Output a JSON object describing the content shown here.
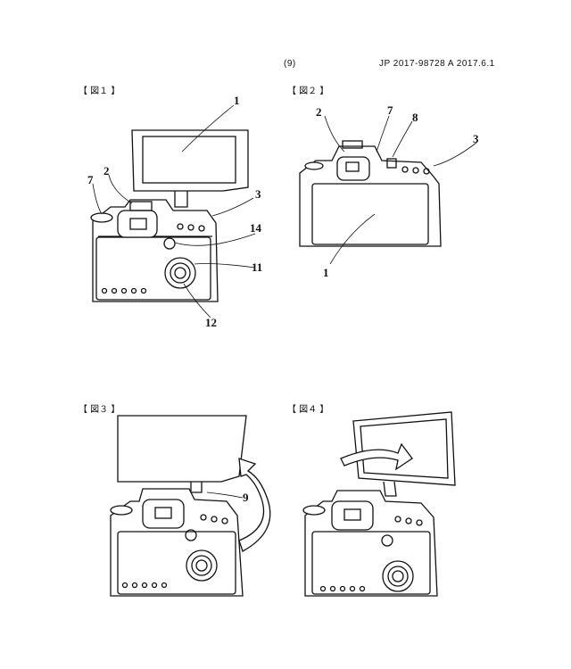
{
  "header": {
    "page": "(9)",
    "pub": "JP 2017-98728 A 2017.6.1"
  },
  "figures": [
    {
      "label": "【 図１ 】",
      "refs": [
        "1",
        "2",
        "7",
        "3",
        "14",
        "11",
        "12"
      ]
    },
    {
      "label": "【 図２ 】",
      "refs": [
        "2",
        "7",
        "8",
        "3",
        "1"
      ]
    },
    {
      "label": "【 図３ 】",
      "refs": [
        "9"
      ]
    },
    {
      "label": "【 図４ 】",
      "refs": []
    }
  ]
}
